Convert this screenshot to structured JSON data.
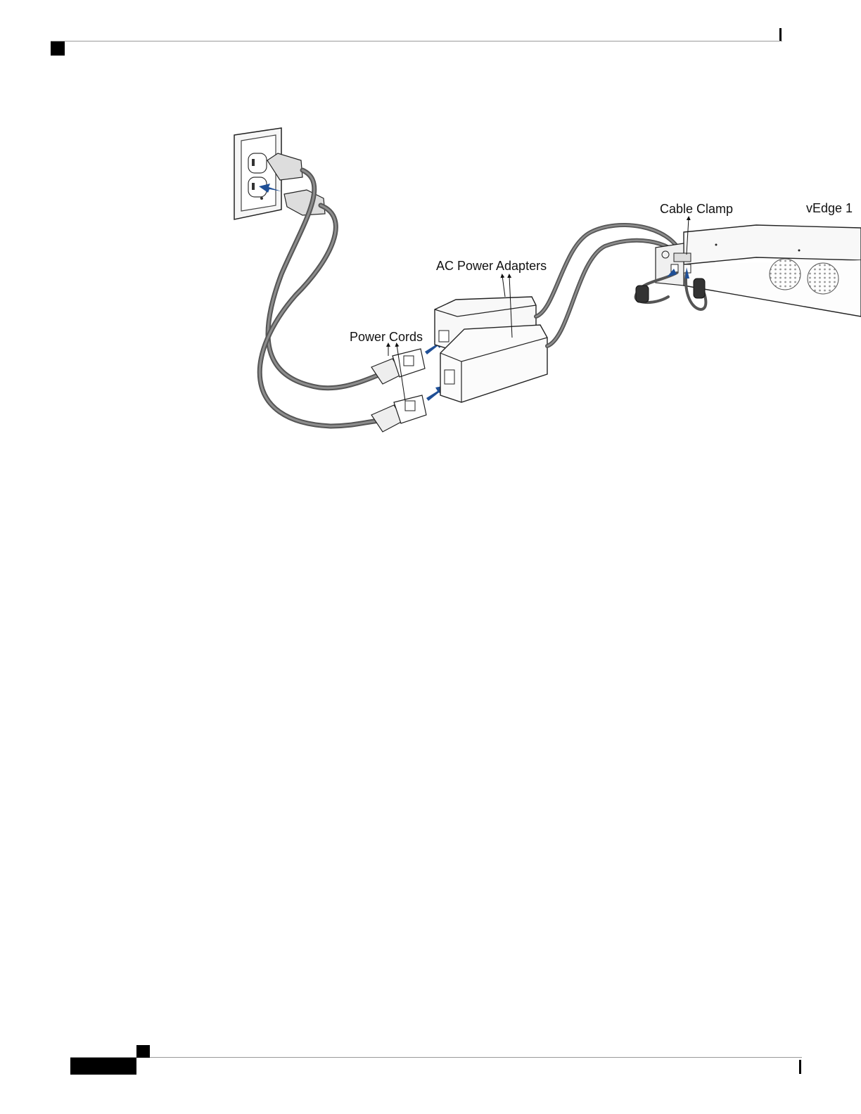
{
  "figure": {
    "labels": {
      "cable_clamp": "Cable Clamp",
      "device": "vEdge 1",
      "ac_power_adapters": "AC Power Adapters",
      "power_cords": "Power Cords"
    }
  }
}
